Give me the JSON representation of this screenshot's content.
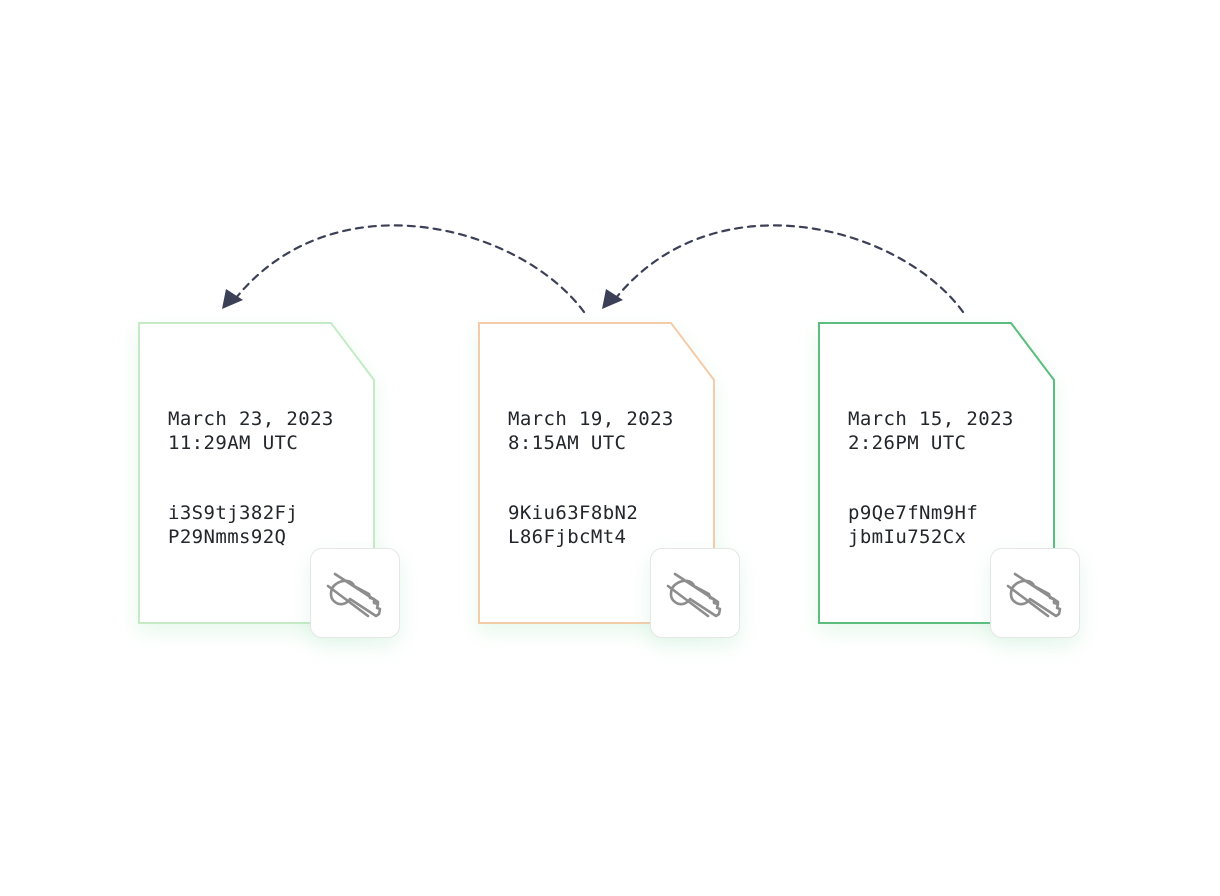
{
  "colors": {
    "arrow": "#3c4057",
    "card_1_border": "#c5ebc6",
    "card_2_border": "#f5ccaa",
    "card_3_border": "#5bbd7f",
    "glow": "#b8ecc9",
    "icon": "#8d8d8d"
  },
  "cards": [
    {
      "date": "March 23, 2023",
      "time": "11:29AM UTC",
      "id_line_1": "i3S9tj382Fj",
      "id_line_2": "P29Nmms92Q",
      "icon": "revoked-key-icon"
    },
    {
      "date": "March 19, 2023",
      "time": "8:15AM UTC",
      "id_line_1": "9Kiu63F8bN2",
      "id_line_2": "L86FjbcMt4",
      "icon": "revoked-key-icon"
    },
    {
      "date": "March 15, 2023",
      "time": "2:26PM UTC",
      "id_line_1": "p9Qe7fNm9Hf",
      "id_line_2": "jbmIu752Cx",
      "icon": "revoked-key-icon"
    }
  ],
  "arrows": [
    {
      "from": "card-2",
      "to": "card-1",
      "style": "dashed"
    },
    {
      "from": "card-3",
      "to": "card-2",
      "style": "dashed"
    }
  ]
}
